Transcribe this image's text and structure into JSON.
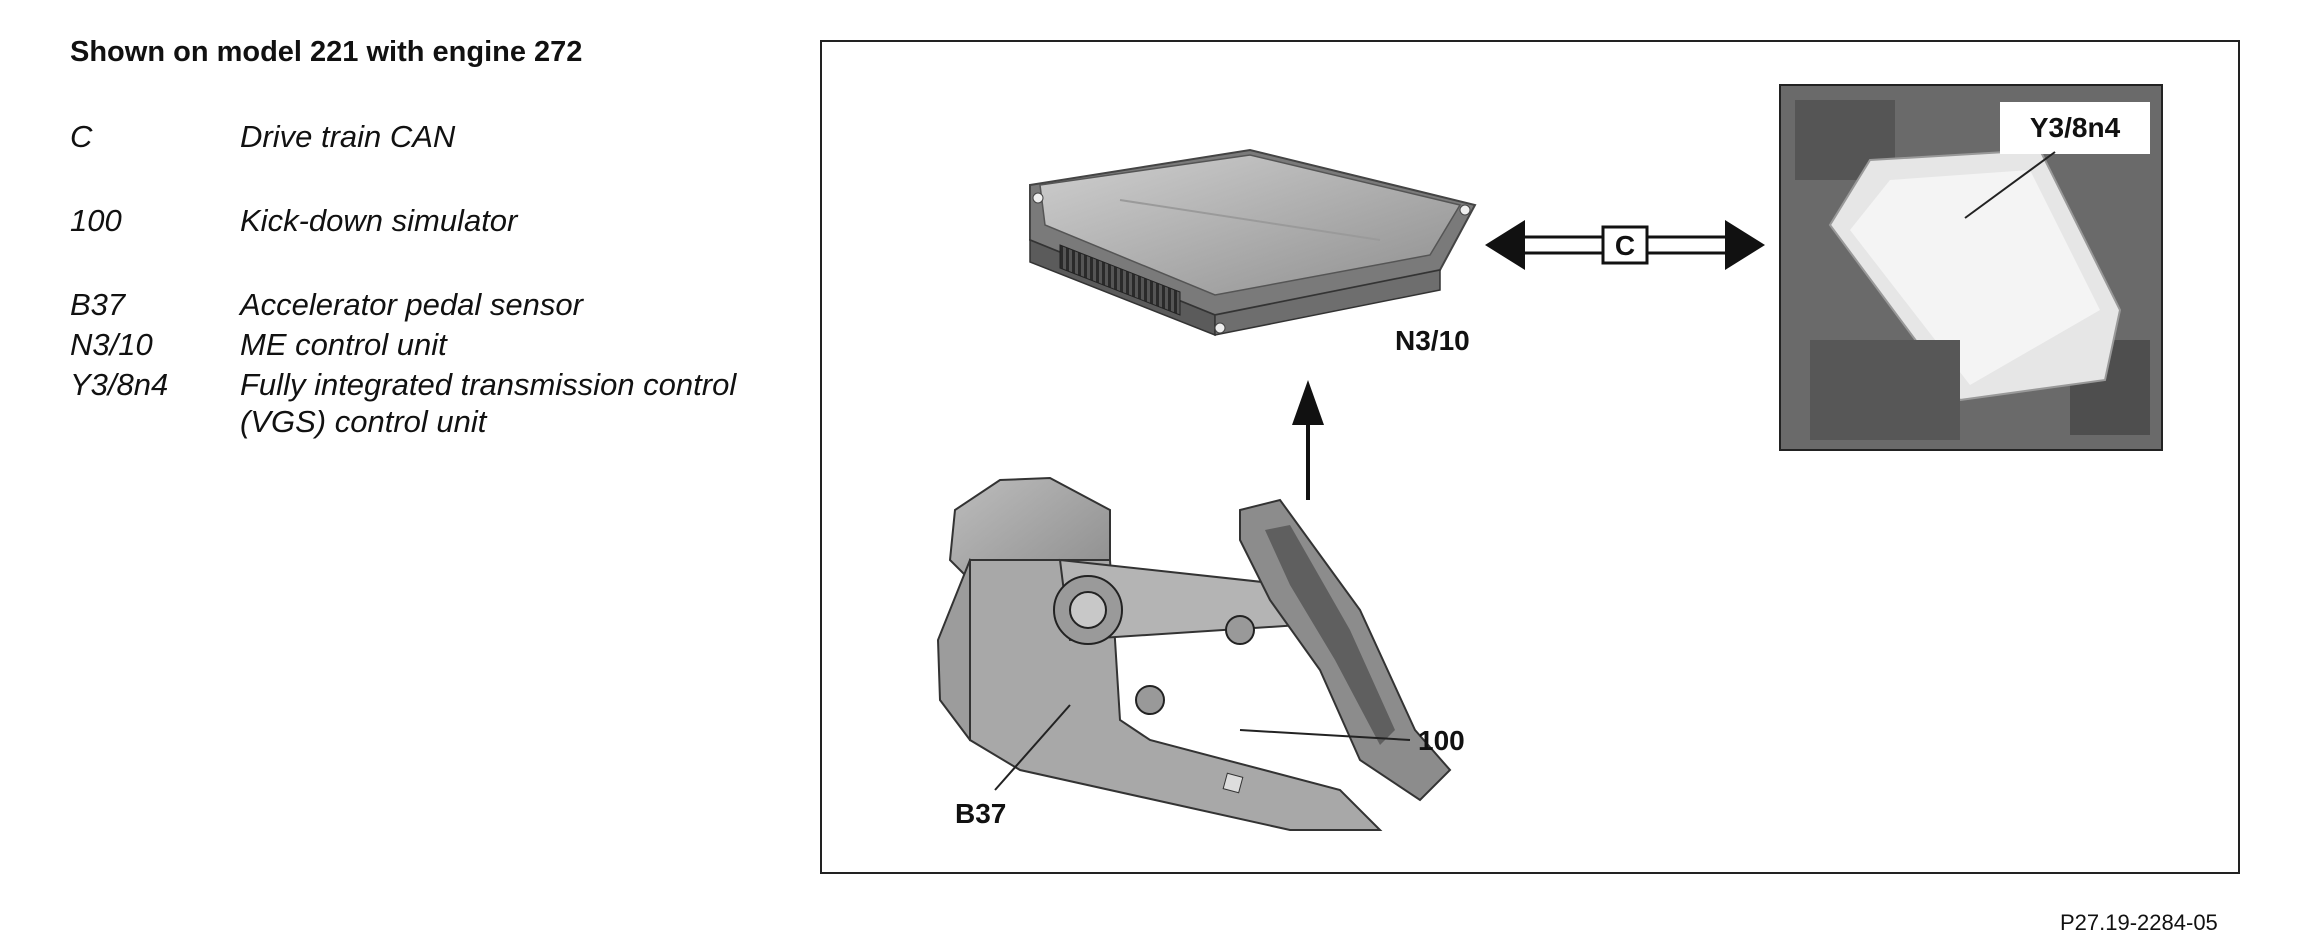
{
  "legend": {
    "title": "Shown on model 221 with engine 272",
    "items": [
      {
        "code": "C",
        "desc": "Drive train CAN"
      },
      {
        "code": "100",
        "desc": "Kick-down simulator"
      },
      {
        "code": "B37",
        "desc": "Accelerator pedal sensor"
      },
      {
        "code": "N3/10",
        "desc": "ME control unit"
      },
      {
        "code": "Y3/8n4",
        "desc": "Fully integrated transmission control (VGS) control unit"
      }
    ]
  },
  "diagram": {
    "labels": {
      "control_unit": "N3/10",
      "can_box": "C",
      "transmission_unit": "Y3/8n4",
      "kickdown": "100",
      "pedal_sensor": "B37"
    }
  },
  "figure_ref": "P27.19-2284-05"
}
